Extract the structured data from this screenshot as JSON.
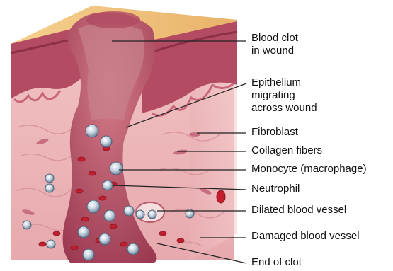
{
  "labels": [
    "Blood clot\nin wound",
    "Epithelium\nmigrating\nacross wound",
    "Fibroblast",
    "Collagen fibers",
    "Monocyte (macrophage)",
    "Neutrophil",
    "Dilated blood vessel",
    "Damaged blood vessel",
    "End of clot"
  ],
  "colors": {
    "surface_top": "#f0c47e",
    "epidermis": "#b04a5e",
    "dermis": "#f3c9c4",
    "clot": "#b8546a",
    "cell": "#a9bccd",
    "rbc": "#c21f2e"
  }
}
